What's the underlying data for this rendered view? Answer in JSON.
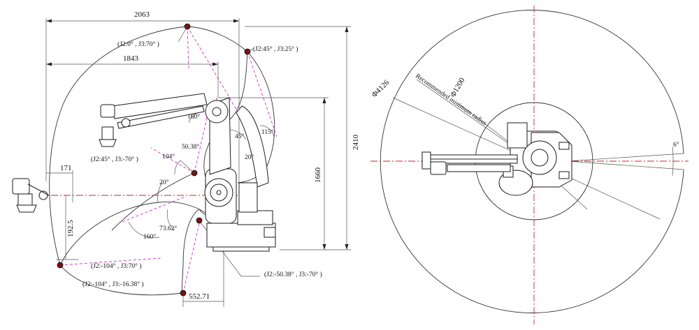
{
  "side_view": {
    "dimensions": {
      "width_2063": "2063",
      "width_1843": "1843",
      "width_171": "171",
      "height_2410": "2410",
      "height_1660": "1660",
      "height_192_5": "192.5",
      "width_552_71": "552.71"
    },
    "angles": {
      "a160_top": "160°",
      "a45": "45°",
      "a115": "115°",
      "a50_38": "50.38°",
      "a104": "104°",
      "a20_left": "20°",
      "a20_right": "20°",
      "a73_62": "73.62°",
      "a160_bottom": "160°"
    },
    "poses": {
      "p1": "(J2:0° , J3:70° )",
      "p2": "(J2:45° , J3:25° )",
      "p3": "(J2:45° , J3:-70° )",
      "p4": "(J2:-104° , J3:70° )",
      "p5": "(J2:-104° , J3:-16.38° )",
      "p6": "(J2:-50.38° , J3:-70° )"
    }
  },
  "top_view": {
    "diameter_outer": "Φ4126",
    "diameter_inner": "Φ1200",
    "min_radius_label": "Recommended minimum radius",
    "angle_6": "6°"
  },
  "colors": {
    "centerline": "#d81e2a",
    "trajectory": "#d02bd0",
    "line": "#222222"
  }
}
